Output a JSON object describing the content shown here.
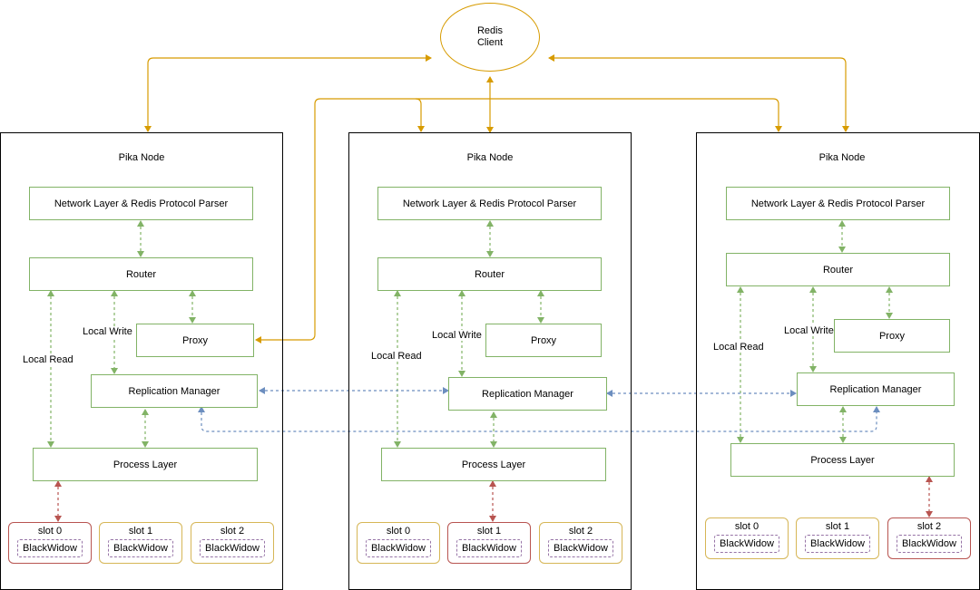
{
  "client": {
    "line1": "Redis",
    "line2": "Client"
  },
  "nodes": [
    {
      "title": "Pika Node",
      "network": "Network Layer & Redis Protocol Parser",
      "router": "Router",
      "proxy": "Proxy",
      "replication": "Replication Manager",
      "process": "Process Layer",
      "local_write": "Local Write",
      "local_read": "Local Read",
      "slots": [
        {
          "label": "slot 0",
          "engine": "BlackWidow",
          "active": true
        },
        {
          "label": "slot 1",
          "engine": "BlackWidow",
          "active": false
        },
        {
          "label": "slot 2",
          "engine": "BlackWidow",
          "active": false
        }
      ]
    },
    {
      "title": "Pika Node",
      "network": "Network Layer & Redis Protocol Parser",
      "router": "Router",
      "proxy": "Proxy",
      "replication": "Replication Manager",
      "process": "Process Layer",
      "local_write": "Local Write",
      "local_read": "Local Read",
      "slots": [
        {
          "label": "slot 0",
          "engine": "BlackWidow",
          "active": false
        },
        {
          "label": "slot 1",
          "engine": "BlackWidow",
          "active": true
        },
        {
          "label": "slot 2",
          "engine": "BlackWidow",
          "active": false
        }
      ]
    },
    {
      "title": "Pika Node",
      "network": "Network Layer & Redis Protocol Parser",
      "router": "Router",
      "proxy": "Proxy",
      "replication": "Replication Manager",
      "process": "Process Layer",
      "local_write": "Local Write",
      "local_read": "Local Read",
      "slots": [
        {
          "label": "slot 0",
          "engine": "BlackWidow",
          "active": false
        },
        {
          "label": "slot 1",
          "engine": "BlackWidow",
          "active": false
        },
        {
          "label": "slot 2",
          "engine": "BlackWidow",
          "active": true
        }
      ]
    }
  ],
  "colors": {
    "client_link": "#d79b00",
    "internal_link": "#82b366",
    "replication_link": "#6c8ebf",
    "storage_link": "#b85450",
    "slot_border": "#d6b656",
    "slot_active_border": "#b85450",
    "engine_border": "#9673a6"
  }
}
